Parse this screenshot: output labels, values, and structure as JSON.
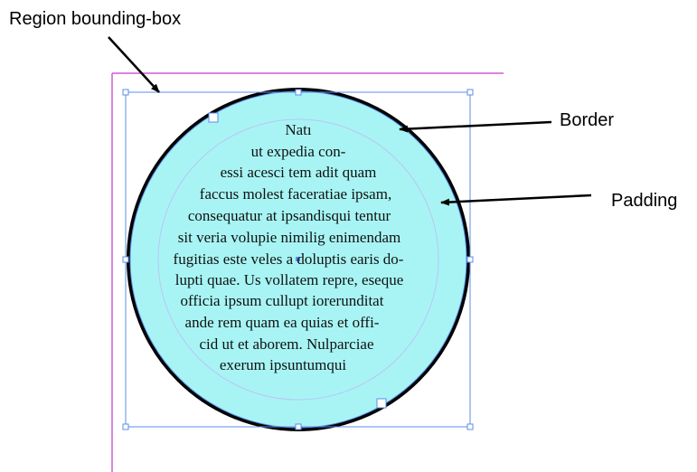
{
  "labels": {
    "region": "Region bounding-box",
    "border": "Border",
    "padding": "Padding"
  },
  "body_text": [
    "Natı",
    "ut expedia con-",
    "essi acesci tem adit quam",
    "faccus molest faceratiae ipsam,",
    "consequatur at ipsandisqui tentur",
    "sit veria volupie nimilig enimendam",
    "fugitias este veles a doluptis earis do-",
    "lupti quae. Us vollatem repre, eseque",
    "officia ipsum cullupt iorerunditat",
    "ande rem quam ea quias et offi-",
    "cid ut et aborem. Nulparciae",
    "exerum ipsuntumqui"
  ],
  "colors": {
    "fill": "#a8f4f4",
    "border": "#000000",
    "selection": "#5b8de8",
    "guide": "#d25ad9",
    "padding_guide": "#b9c6f5"
  }
}
